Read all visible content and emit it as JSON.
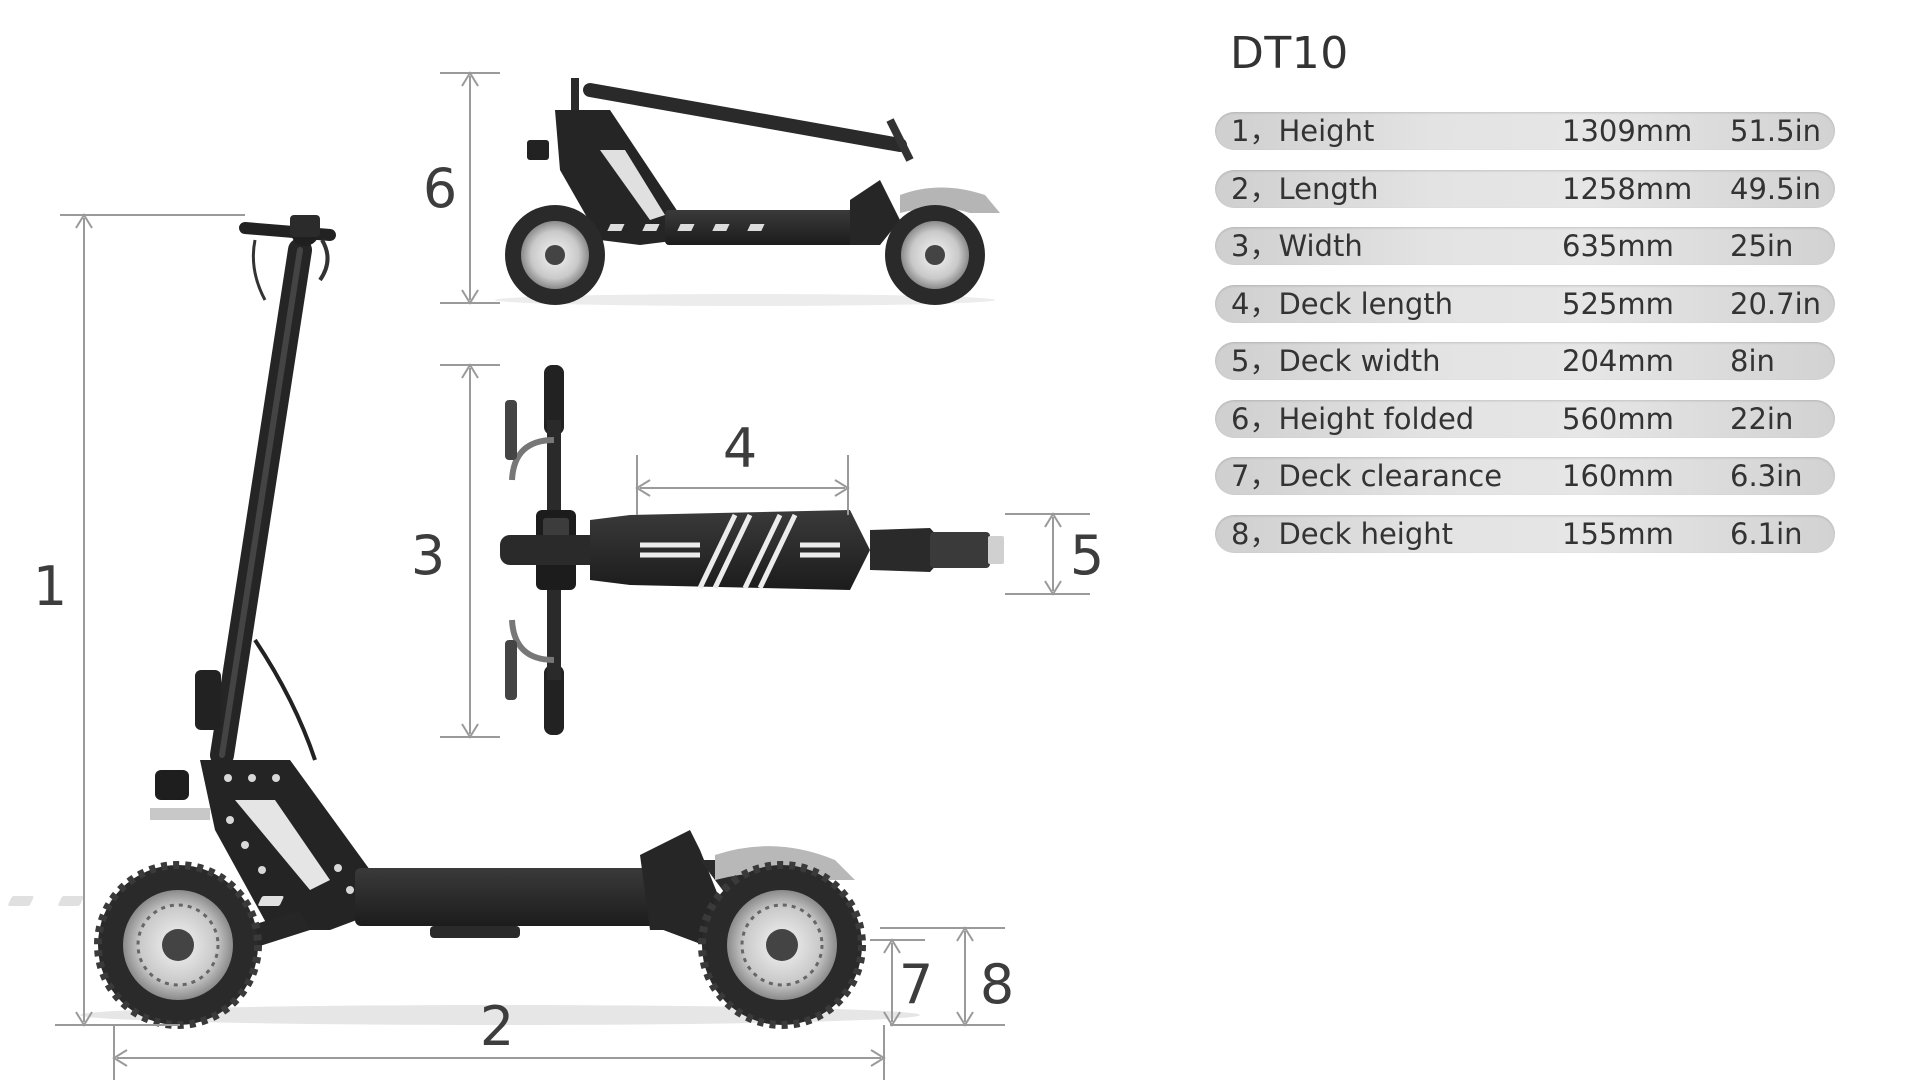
{
  "model": "DT10",
  "specs": [
    {
      "num": "1",
      "label": "1，Height",
      "mm": "1309mm",
      "inch": "51.5in"
    },
    {
      "num": "2",
      "label": "2，Length",
      "mm": "1258mm",
      "inch": "49.5in"
    },
    {
      "num": "3",
      "label": "3，Width",
      "mm": "635mm",
      "inch": "25in"
    },
    {
      "num": "4",
      "label": "4，Deck length",
      "mm": "525mm",
      "inch": "20.7in"
    },
    {
      "num": "5",
      "label": "5，Deck width",
      "mm": "204mm",
      "inch": "8in"
    },
    {
      "num": "6",
      "label": "6，Height folded",
      "mm": "560mm",
      "inch": "22in"
    },
    {
      "num": "7",
      "label": "7，Deck clearance",
      "mm": "160mm",
      "inch": "6.3in"
    },
    {
      "num": "8",
      "label": "8，Deck height",
      "mm": "155mm",
      "inch": "6.1in"
    }
  ],
  "colors": {
    "frame": "#2a2a2a",
    "tire": "#2e2e2e",
    "accent": "#e8e8e8",
    "dimension-line": "#9a9a9a",
    "row-bg": "#dedede"
  }
}
